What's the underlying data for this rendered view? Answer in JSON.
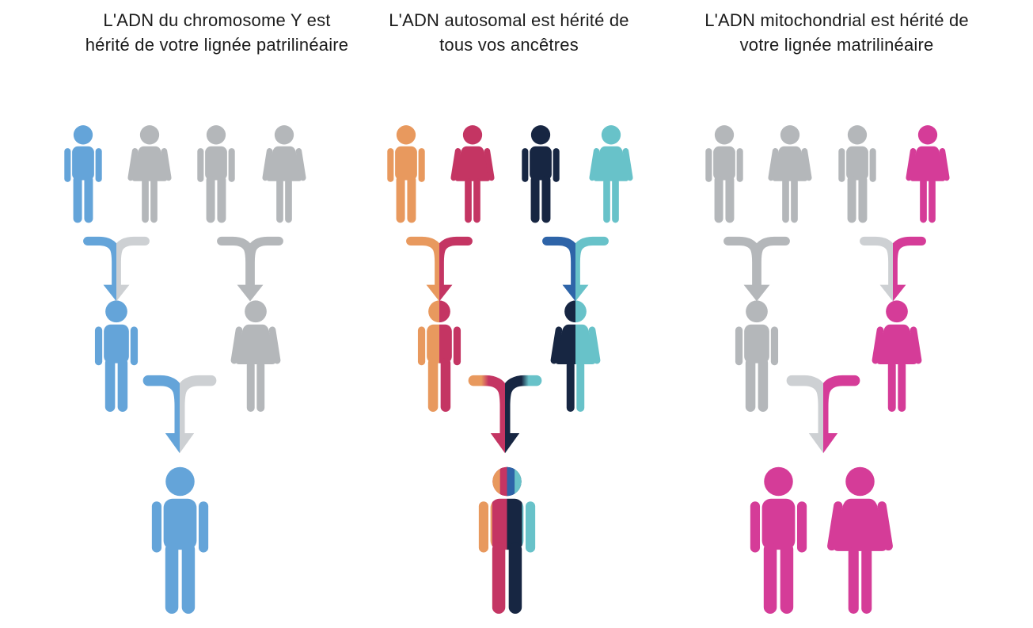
{
  "colors": {
    "blue": "#64a4d9",
    "gray": "#b4b7ba",
    "lightgray": "#cdd0d3",
    "orange": "#e8995e",
    "crimson": "#c43563",
    "navy": "#172642",
    "teal": "#68c2c9",
    "royal": "#2e64a8",
    "pink": "#d53c98",
    "title_text": "#1c1c1c",
    "background": "#ffffff"
  },
  "panels": [
    {
      "name": "y-dna",
      "title": "L'ADN du chromosome Y est\nhérité de votre lignée patrilinéaire",
      "generations": {
        "grandparents": [
          {
            "gender": "male",
            "colors": [
              "blue"
            ]
          },
          {
            "gender": "female",
            "colors": [
              "gray"
            ]
          },
          {
            "gender": "male",
            "colors": [
              "gray"
            ]
          },
          {
            "gender": "female",
            "colors": [
              "gray"
            ]
          }
        ],
        "parents": [
          {
            "gender": "male",
            "colors": [
              "blue"
            ]
          },
          {
            "gender": "female",
            "colors": [
              "gray"
            ]
          }
        ],
        "children": [
          {
            "gender": "male",
            "colors": [
              "blue"
            ]
          }
        ]
      },
      "arrows": {
        "level1": [
          {
            "left": "blue",
            "right": "lightgray"
          },
          {
            "left": "gray",
            "right": "gray"
          }
        ],
        "level2": [
          {
            "left": "blue",
            "right": "lightgray"
          }
        ]
      }
    },
    {
      "name": "autosomal",
      "title": "L'ADN autosomal est hérité de\ntous vos ancêtres",
      "generations": {
        "grandparents": [
          {
            "gender": "male",
            "colors": [
              "orange"
            ]
          },
          {
            "gender": "female",
            "colors": [
              "crimson"
            ]
          },
          {
            "gender": "male",
            "colors": [
              "navy"
            ]
          },
          {
            "gender": "female",
            "colors": [
              "teal"
            ]
          }
        ],
        "parents": [
          {
            "gender": "male",
            "colors": [
              "orange",
              "crimson"
            ]
          },
          {
            "gender": "female",
            "colors": [
              "navy",
              "teal"
            ]
          }
        ],
        "children": [
          {
            "gender": "male",
            "colors": [
              "orange",
              "crimson",
              "navy",
              "teal"
            ],
            "head_colors": [
              "orange",
              "crimson",
              "royal",
              "teal"
            ]
          }
        ]
      },
      "arrows": {
        "level1": [
          {
            "left": "orange",
            "right": "crimson"
          },
          {
            "left": "royal",
            "right": "teal"
          }
        ],
        "level2": [
          {
            "left": "crimson",
            "right": "navy",
            "left_tip": "orange",
            "right_tip": "teal"
          }
        ]
      }
    },
    {
      "name": "mitochondrial",
      "title": "L'ADN mitochondrial est hérité de\nvotre lignée matrilinéaire",
      "generations": {
        "grandparents": [
          {
            "gender": "male",
            "colors": [
              "gray"
            ]
          },
          {
            "gender": "female",
            "colors": [
              "gray"
            ]
          },
          {
            "gender": "male",
            "colors": [
              "gray"
            ]
          },
          {
            "gender": "female",
            "colors": [
              "pink"
            ]
          }
        ],
        "parents": [
          {
            "gender": "male",
            "colors": [
              "gray"
            ]
          },
          {
            "gender": "female",
            "colors": [
              "pink"
            ]
          }
        ],
        "children": [
          {
            "gender": "male",
            "colors": [
              "pink"
            ]
          },
          {
            "gender": "female",
            "colors": [
              "pink"
            ]
          }
        ]
      },
      "arrows": {
        "level1": [
          {
            "left": "gray",
            "right": "gray"
          },
          {
            "left": "lightgray",
            "right": "pink"
          }
        ],
        "level2": [
          {
            "left": "lightgray",
            "right": "pink"
          }
        ]
      }
    }
  ]
}
